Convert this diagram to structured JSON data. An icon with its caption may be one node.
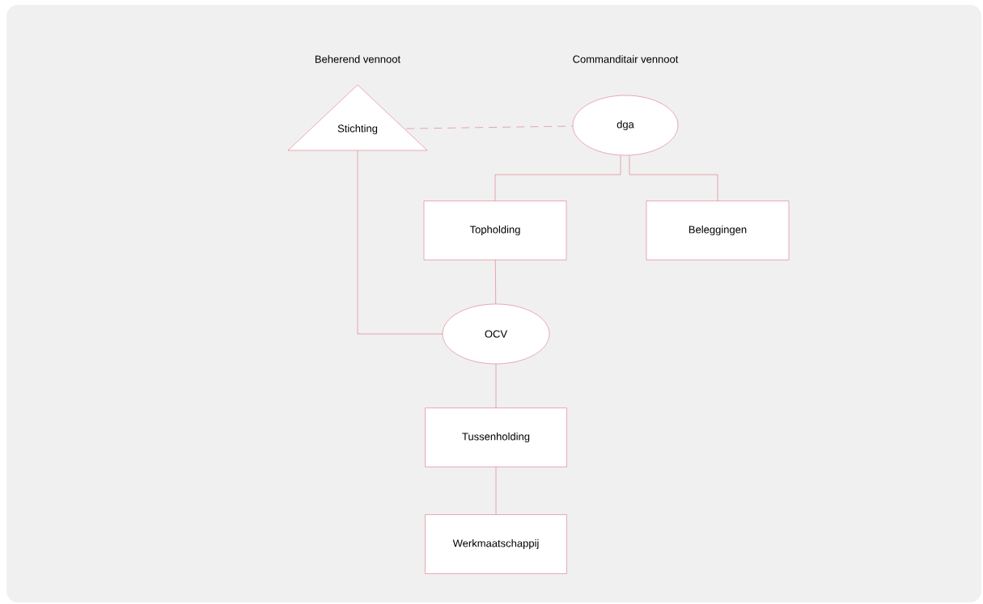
{
  "diagram": {
    "nodes": [
      {
        "text": [
          "Stichting"
        ],
        "beside": [
          "Beherend vennoot"
        ]
      },
      {
        "text": [
          "dga"
        ],
        "beside": [
          "Commanditair vennoot"
        ]
      },
      {
        "text": [
          "Topholding"
        ]
      },
      {
        "text": [
          "Beleggingen"
        ]
      },
      {
        "text": [
          "OCV"
        ]
      },
      {
        "text": [
          "Tussenholding"
        ]
      },
      {
        "text": [
          "Werkmaatschappij"
        ]
      }
    ],
    "edges": [
      {
        "from": 0,
        "to": 1,
        "arrow": "none",
        "style": "dashed"
      },
      {
        "from": 1,
        "to": 2,
        "arrow": "none"
      },
      {
        "from": 1,
        "to": 3,
        "arrow": "none"
      },
      {
        "from": 0,
        "to": 4,
        "arrow": "none"
      },
      {
        "from": 2,
        "to": 4,
        "arrow": "none"
      },
      {
        "from": 4,
        "to": 5,
        "arrow": "none"
      },
      {
        "from": 5,
        "to": 6,
        "arrow": "none"
      }
    ]
  }
}
